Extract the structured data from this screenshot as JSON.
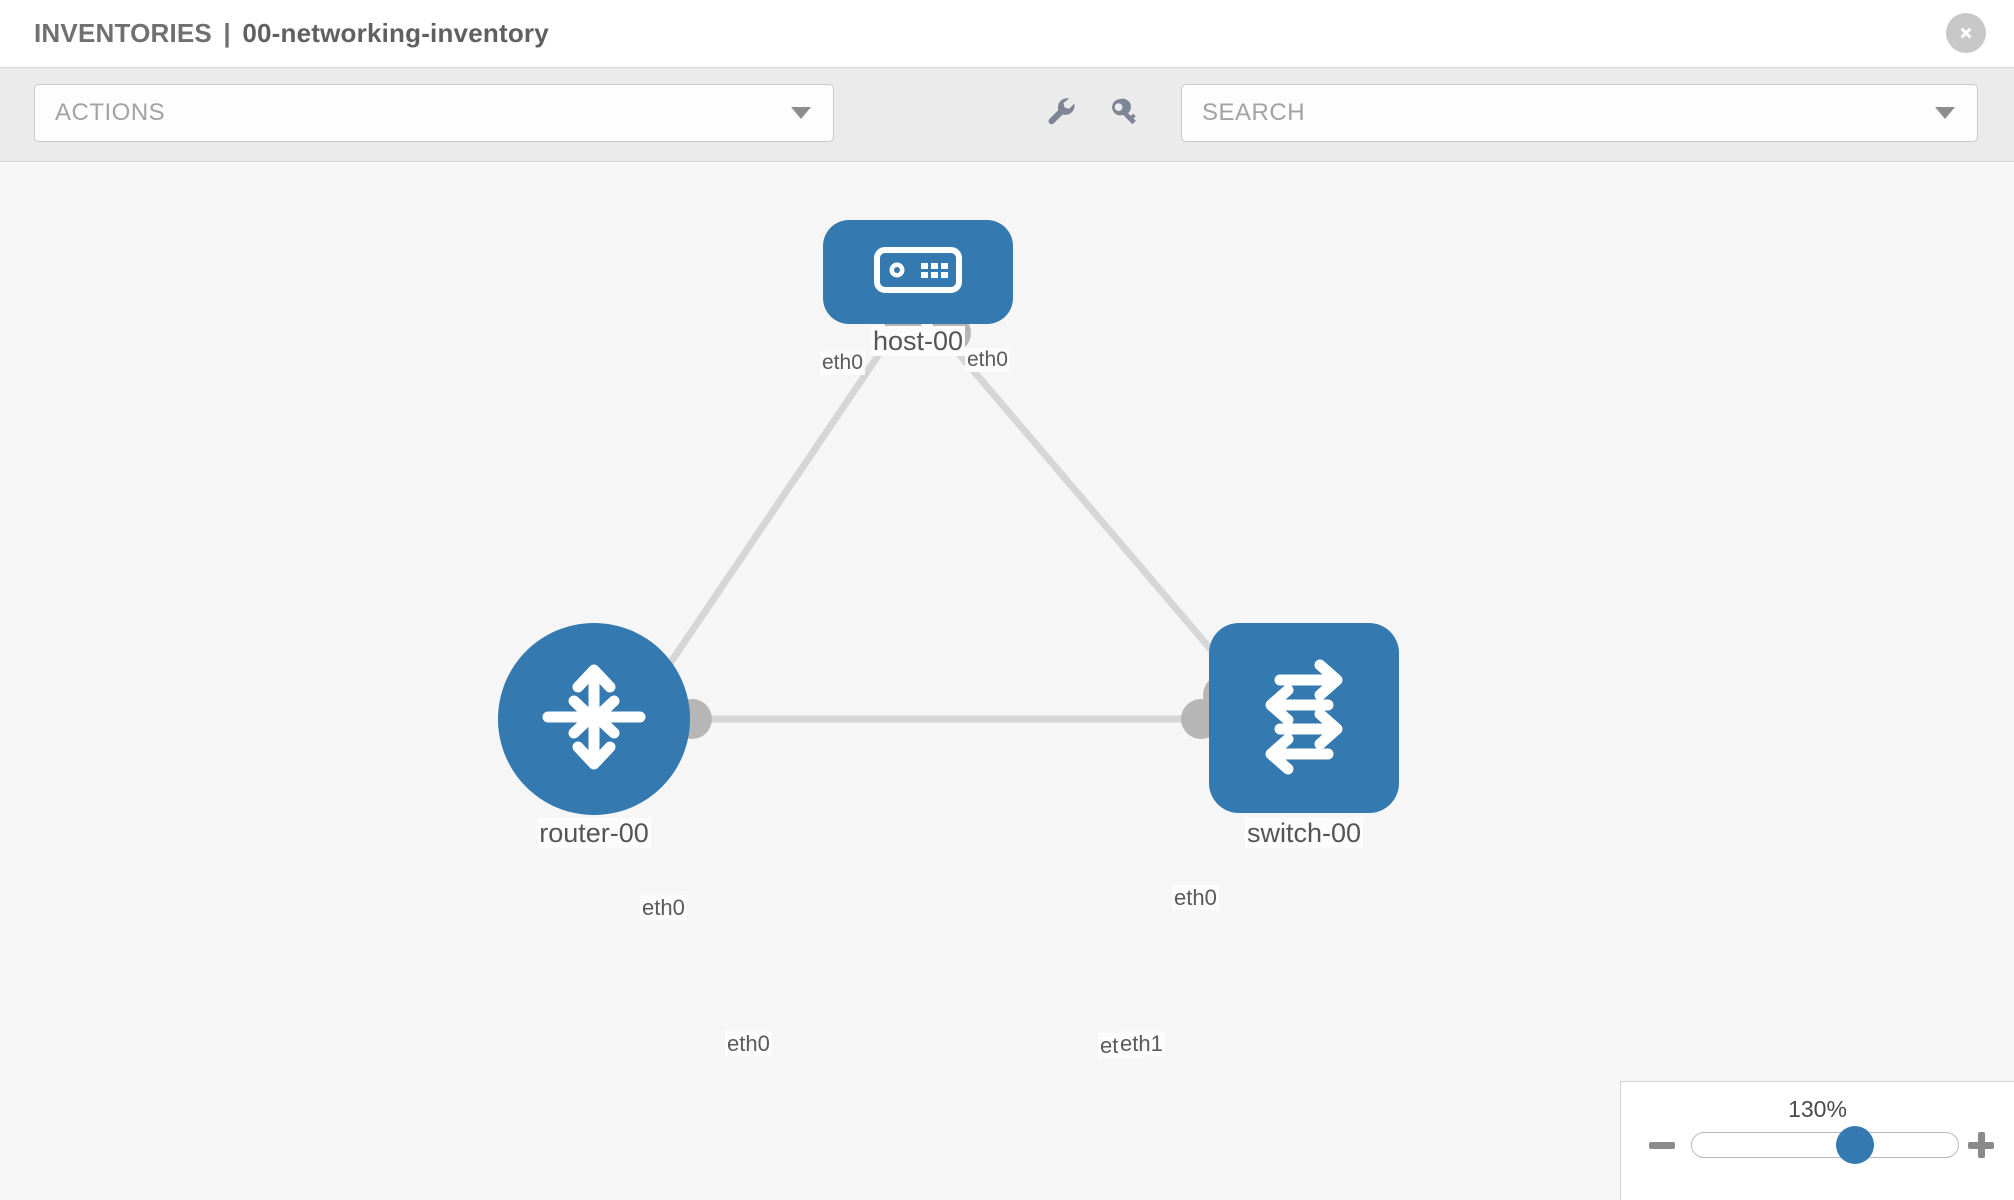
{
  "header": {
    "breadcrumb_root": "INVENTORIES",
    "breadcrumb_sep": "|",
    "breadcrumb_current": "00-networking-inventory",
    "close_icon": "close-circle-icon"
  },
  "toolbar": {
    "actions_label": "ACTIONS",
    "actions_caret_icon": "chevron-down-icon",
    "wrench_icon": "wrench-icon",
    "key_icon": "key-icon",
    "search_placeholder": "SEARCH",
    "search_value": "",
    "search_caret_icon": "chevron-down-icon"
  },
  "topology": {
    "background_color": "#f6f6f6",
    "node_color": "#3479b0",
    "port_color": "#b6b6b6",
    "link_color": "#d6d6d6",
    "nodes": [
      {
        "id": "host-00",
        "label": "host-00",
        "type": "host",
        "icon": "server-device-icon",
        "shape": "rounded-rect"
      },
      {
        "id": "router-00",
        "label": "router-00",
        "type": "router",
        "icon": "four-arrows-inward-icon",
        "shape": "circle"
      },
      {
        "id": "switch-00",
        "label": "switch-00",
        "type": "switch",
        "icon": "bidirectional-arrows-icon",
        "shape": "rounded-square"
      }
    ],
    "links": [
      {
        "source": "router-00",
        "target": "host-00",
        "source_label": "eth0",
        "target_label": "eth0"
      },
      {
        "source": "host-00",
        "target": "switch-00",
        "source_label": "eth0",
        "target_label": "eth0"
      },
      {
        "source": "router-00",
        "target": "switch-00",
        "source_label": "eth0",
        "target_label": "eth1",
        "overlap_label": "eth0"
      }
    ]
  },
  "zoom": {
    "value_label": "130%",
    "minus_icon": "minus-icon",
    "plus_icon": "plus-icon",
    "thumb_icon": "slider-thumb"
  }
}
